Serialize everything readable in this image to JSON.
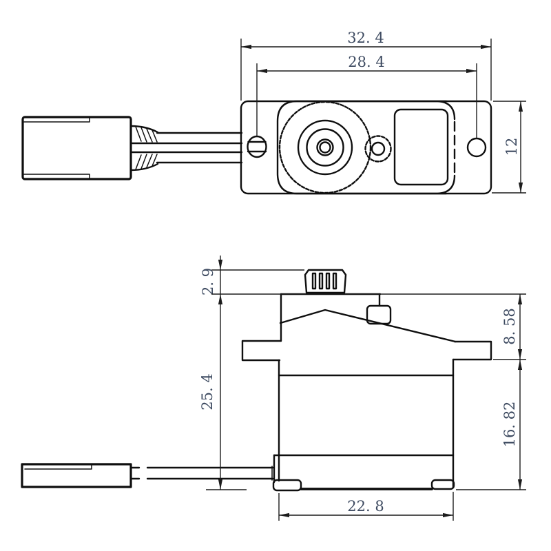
{
  "drawing": {
    "background_color": "#ffffff",
    "line_color": "#111111",
    "dim_text_color": "#3e4b61"
  },
  "dims": {
    "top_overall_width": "32. 4",
    "top_hole_spacing": "28. 4",
    "top_body_depth": "12",
    "side_spline_height": "2. 9",
    "side_overall_height": "25. 4",
    "side_upper_height": "8. 58",
    "side_lower_height": "16. 82",
    "side_case_width": "22. 8"
  }
}
